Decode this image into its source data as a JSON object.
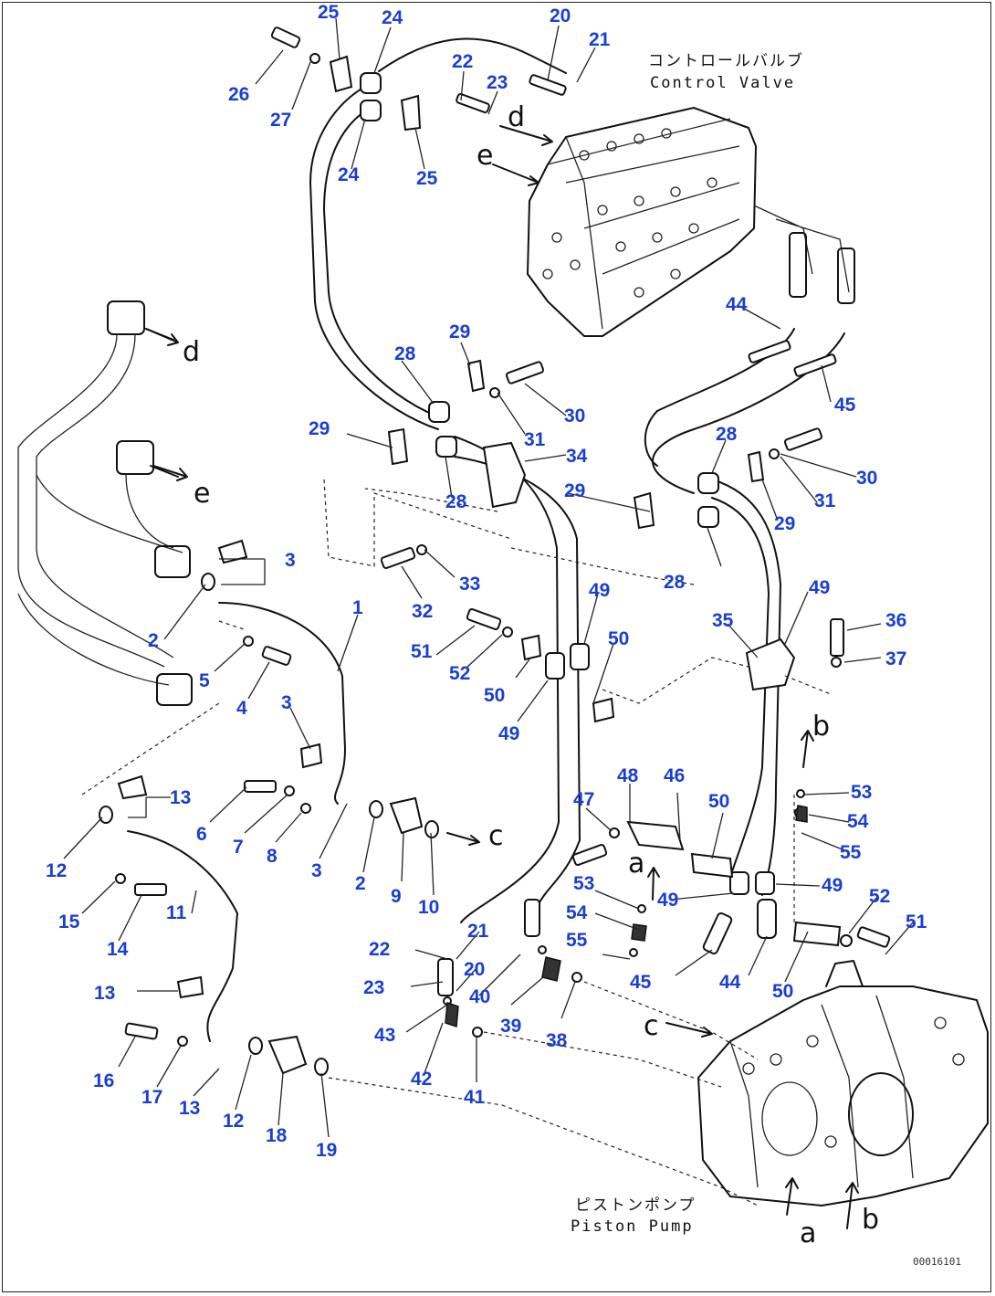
{
  "title": "",
  "components": {
    "control_valve": {
      "jp": "コントロールバルブ",
      "en": "Control Valve"
    },
    "piston_pump": {
      "jp": "ピストンポンプ",
      "en": "Piston Pump"
    }
  },
  "drawing_code": "00016101",
  "connection_letters": [
    "a",
    "b",
    "c",
    "d",
    "e"
  ],
  "callouts": [
    {
      "id": "c25a",
      "label": "25"
    },
    {
      "id": "c24a",
      "label": "24"
    },
    {
      "id": "c20a",
      "label": "20"
    },
    {
      "id": "c21a",
      "label": "21"
    },
    {
      "id": "c22a",
      "label": "22"
    },
    {
      "id": "c23a",
      "label": "23"
    },
    {
      "id": "c26",
      "label": "26"
    },
    {
      "id": "c27",
      "label": "27"
    },
    {
      "id": "c24b",
      "label": "24"
    },
    {
      "id": "c25b",
      "label": "25"
    },
    {
      "id": "c44a",
      "label": "44"
    },
    {
      "id": "c45a",
      "label": "45"
    },
    {
      "id": "c28a",
      "label": "28"
    },
    {
      "id": "c29a",
      "label": "29"
    },
    {
      "id": "c30a",
      "label": "30"
    },
    {
      "id": "c31a",
      "label": "31"
    },
    {
      "id": "c29b",
      "label": "29"
    },
    {
      "id": "c34",
      "label": "34"
    },
    {
      "id": "c28b",
      "label": "28"
    },
    {
      "id": "c29c",
      "label": "29"
    },
    {
      "id": "c28c",
      "label": "28"
    },
    {
      "id": "c30b",
      "label": "30"
    },
    {
      "id": "c31b",
      "label": "31"
    },
    {
      "id": "c29d",
      "label": "29"
    },
    {
      "id": "c28d",
      "label": "28"
    },
    {
      "id": "c3a",
      "label": "3"
    },
    {
      "id": "c2a",
      "label": "2"
    },
    {
      "id": "c1",
      "label": "1"
    },
    {
      "id": "c33",
      "label": "33"
    },
    {
      "id": "c32",
      "label": "32"
    },
    {
      "id": "c49a",
      "label": "49"
    },
    {
      "id": "c49b",
      "label": "49"
    },
    {
      "id": "c35",
      "label": "35"
    },
    {
      "id": "c36",
      "label": "36"
    },
    {
      "id": "c37",
      "label": "37"
    },
    {
      "id": "c5",
      "label": "5"
    },
    {
      "id": "c4",
      "label": "4"
    },
    {
      "id": "c51a",
      "label": "51"
    },
    {
      "id": "c52a",
      "label": "52"
    },
    {
      "id": "c50a",
      "label": "50"
    },
    {
      "id": "c50b",
      "label": "50"
    },
    {
      "id": "c49c",
      "label": "49"
    },
    {
      "id": "c3b",
      "label": "3"
    },
    {
      "id": "c13a",
      "label": "13"
    },
    {
      "id": "c12a",
      "label": "12"
    },
    {
      "id": "c6",
      "label": "6"
    },
    {
      "id": "c7",
      "label": "7"
    },
    {
      "id": "c8",
      "label": "8"
    },
    {
      "id": "c3c",
      "label": "3"
    },
    {
      "id": "c2b",
      "label": "2"
    },
    {
      "id": "c9",
      "label": "9"
    },
    {
      "id": "c10",
      "label": "10"
    },
    {
      "id": "c47",
      "label": "47"
    },
    {
      "id": "c48",
      "label": "48"
    },
    {
      "id": "c46",
      "label": "46"
    },
    {
      "id": "c50c",
      "label": "50"
    },
    {
      "id": "c53a",
      "label": "53"
    },
    {
      "id": "c54a",
      "label": "54"
    },
    {
      "id": "c55a",
      "label": "55"
    },
    {
      "id": "c53b",
      "label": "53"
    },
    {
      "id": "c49d",
      "label": "49"
    },
    {
      "id": "c49e",
      "label": "49"
    },
    {
      "id": "c54b",
      "label": "54"
    },
    {
      "id": "c52b",
      "label": "52"
    },
    {
      "id": "c51b",
      "label": "51"
    },
    {
      "id": "c15",
      "label": "15"
    },
    {
      "id": "c14",
      "label": "14"
    },
    {
      "id": "c11",
      "label": "11"
    },
    {
      "id": "c21b",
      "label": "21"
    },
    {
      "id": "c22b",
      "label": "22"
    },
    {
      "id": "c20b",
      "label": "20"
    },
    {
      "id": "c23b",
      "label": "23"
    },
    {
      "id": "c40",
      "label": "40"
    },
    {
      "id": "c55b",
      "label": "55"
    },
    {
      "id": "c45b",
      "label": "45"
    },
    {
      "id": "c44b",
      "label": "44"
    },
    {
      "id": "c50d",
      "label": "50"
    },
    {
      "id": "c43",
      "label": "43"
    },
    {
      "id": "c39",
      "label": "39"
    },
    {
      "id": "c38",
      "label": "38"
    },
    {
      "id": "c13b",
      "label": "13"
    },
    {
      "id": "c42",
      "label": "42"
    },
    {
      "id": "c41",
      "label": "41"
    },
    {
      "id": "c16",
      "label": "16"
    },
    {
      "id": "c17",
      "label": "17"
    },
    {
      "id": "c13c",
      "label": "13"
    },
    {
      "id": "c12b",
      "label": "12"
    },
    {
      "id": "c18",
      "label": "18"
    },
    {
      "id": "c19",
      "label": "19"
    }
  ]
}
